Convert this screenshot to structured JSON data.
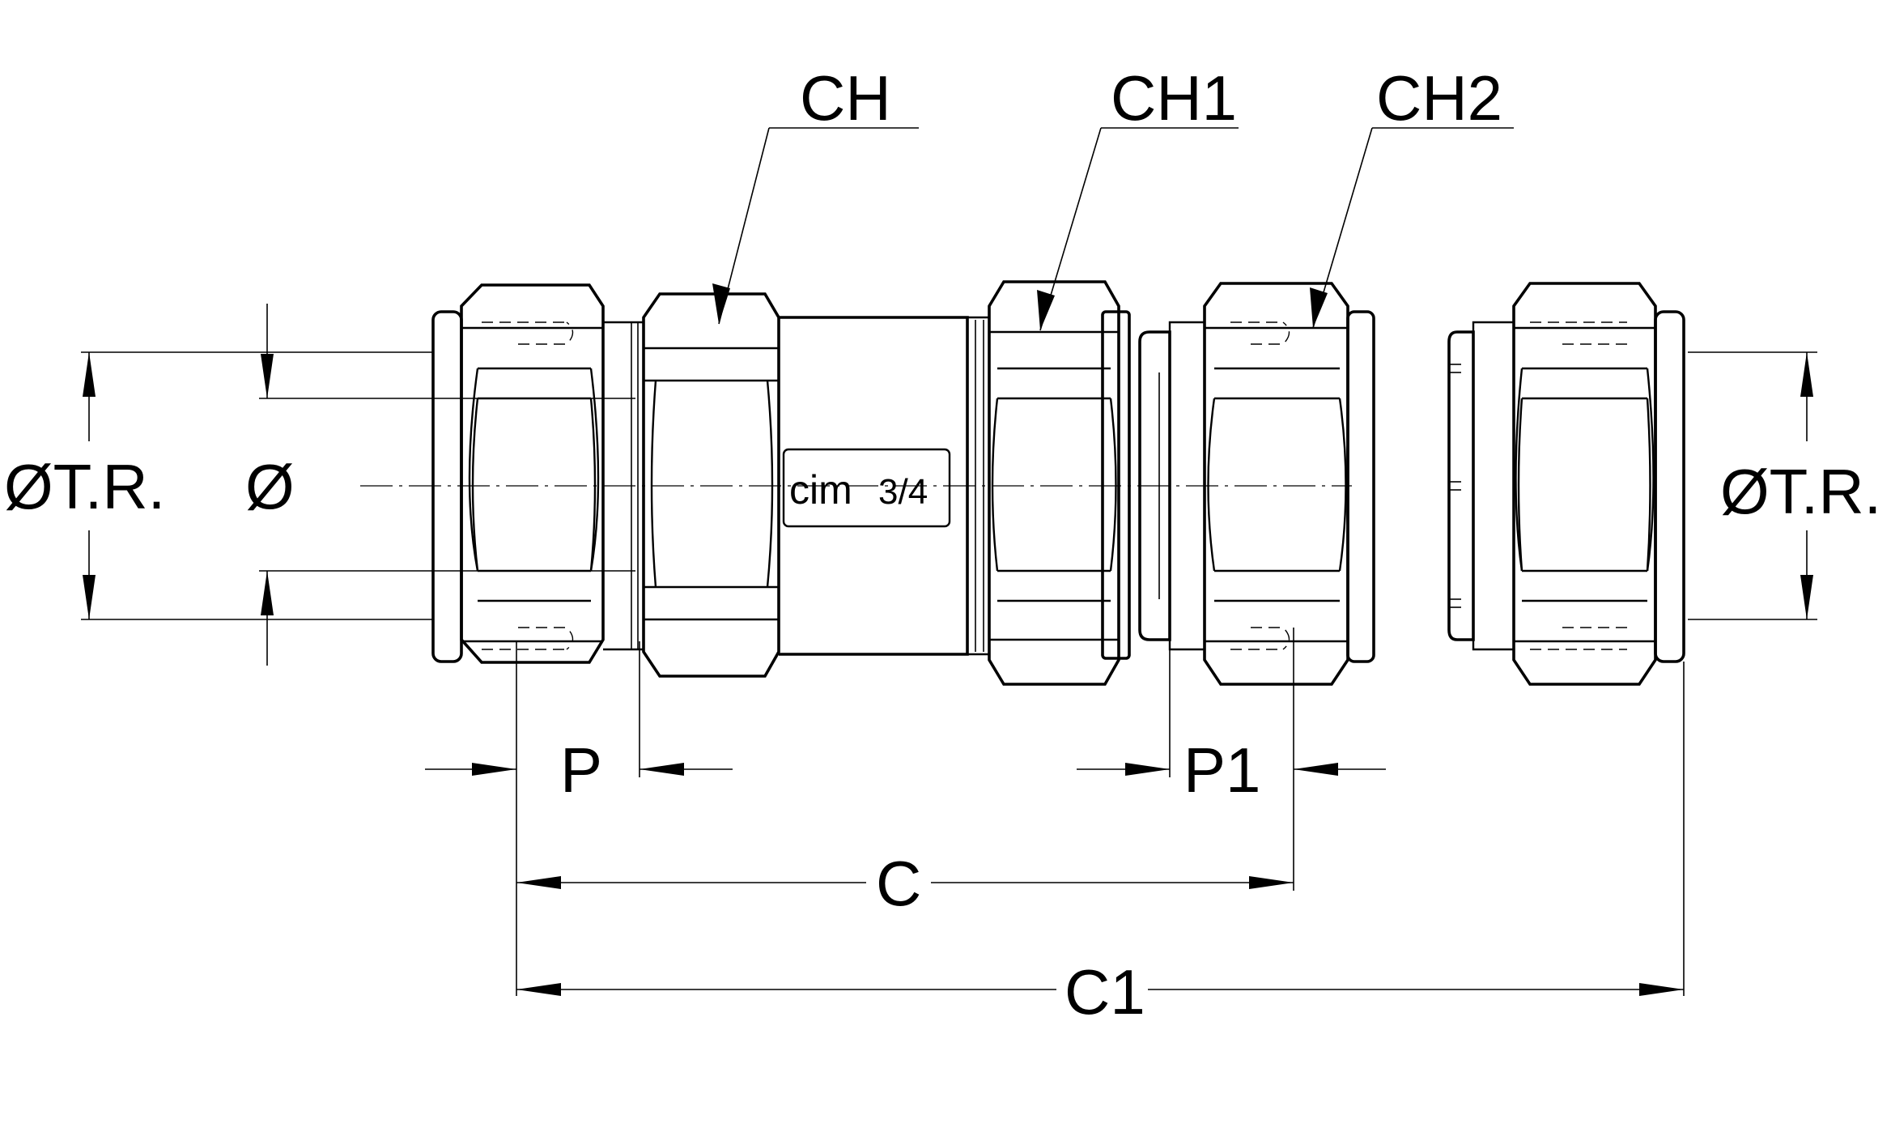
{
  "labels": {
    "ch": "CH",
    "ch1": "CH1",
    "ch2": "CH2",
    "dia_tr_left": "ØT.R.",
    "dia": "Ø",
    "dia_tr_right": "ØT.R.",
    "p": "P",
    "p1": "P1",
    "c": "C",
    "c1": "C1"
  },
  "brand": {
    "logo": "cim",
    "size": "3/4"
  }
}
